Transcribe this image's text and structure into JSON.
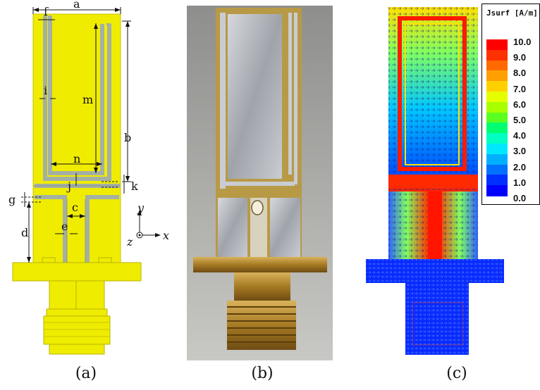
{
  "captions": {
    "a": "(a)",
    "b": "(b)",
    "c": "(c)"
  },
  "dimensions": {
    "a": "a",
    "b": "b",
    "c": "c",
    "d": "d",
    "e": "e",
    "f": "f",
    "g": "g",
    "i": "i",
    "j": "j",
    "k": "k",
    "m": "m",
    "n": "n"
  },
  "axes": {
    "x": "x",
    "y": "y",
    "z": "z"
  },
  "legend": {
    "title": "Jsurf [A/m]",
    "ticks": [
      "10.0",
      "9.0",
      "8.0",
      "7.0",
      "6.0",
      "5.0",
      "4.0",
      "3.0",
      "2.0",
      "1.0",
      "0.0"
    ],
    "colors": [
      "#ff0000",
      "#ff3000",
      "#ff6a00",
      "#ffa000",
      "#ffd000",
      "#e6ff00",
      "#a8ff00",
      "#5aff20",
      "#00ff70",
      "#00ffc0",
      "#00e8ff",
      "#00b0ff",
      "#0070ff",
      "#0030ff",
      "#0000ff"
    ]
  }
}
